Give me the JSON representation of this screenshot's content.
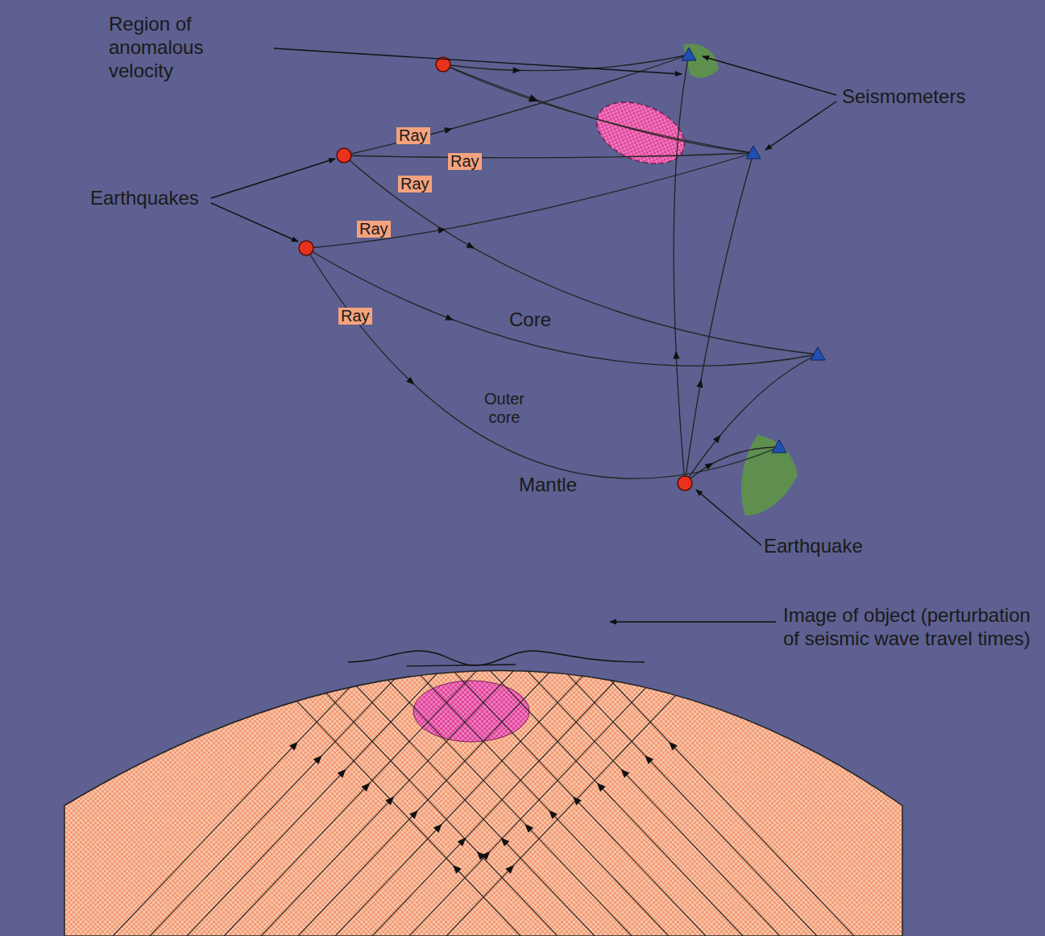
{
  "diagram": {
    "nodes": [
      {
        "text": [
          "Mantle"
        ]
      },
      {
        "text": [
          "Outer core"
        ],
        "in": 0
      },
      {
        "text": [
          "Core"
        ],
        "in": 1
      }
    ],
    "labels": [
      "Region of anomalous velocity",
      "Seismometers",
      "Earthquakes",
      "Ray",
      "Ray",
      "Ray",
      "Ray",
      "Ray",
      "Earthquake",
      "Image of object (perturbation of seismic wave travel times)"
    ]
  }
}
